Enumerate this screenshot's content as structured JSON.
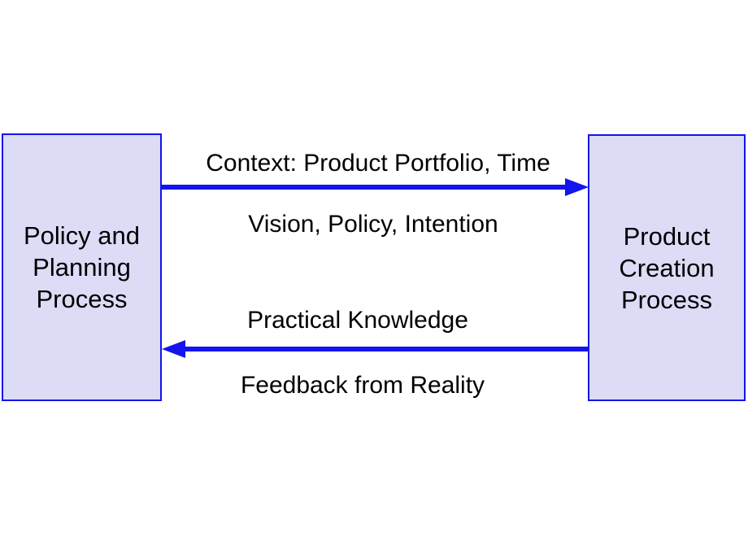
{
  "colors": {
    "accent": "#1414ee",
    "box-fill": "#dcdcf7",
    "text": "#000000",
    "background": "#ffffff"
  },
  "boxes": {
    "left": {
      "label": "Policy and\nPlanning\nProcess"
    },
    "right": {
      "label": "Product\nCreation\nProcess"
    }
  },
  "flows": {
    "forward": {
      "direction": "left-to-right",
      "label_above": "Context: Product Portfolio, Time",
      "label_below": "Vision, Policy, Intention"
    },
    "return": {
      "direction": "right-to-left",
      "label_above": "Practical Knowledge",
      "label_below": "Feedback from Reality"
    }
  }
}
